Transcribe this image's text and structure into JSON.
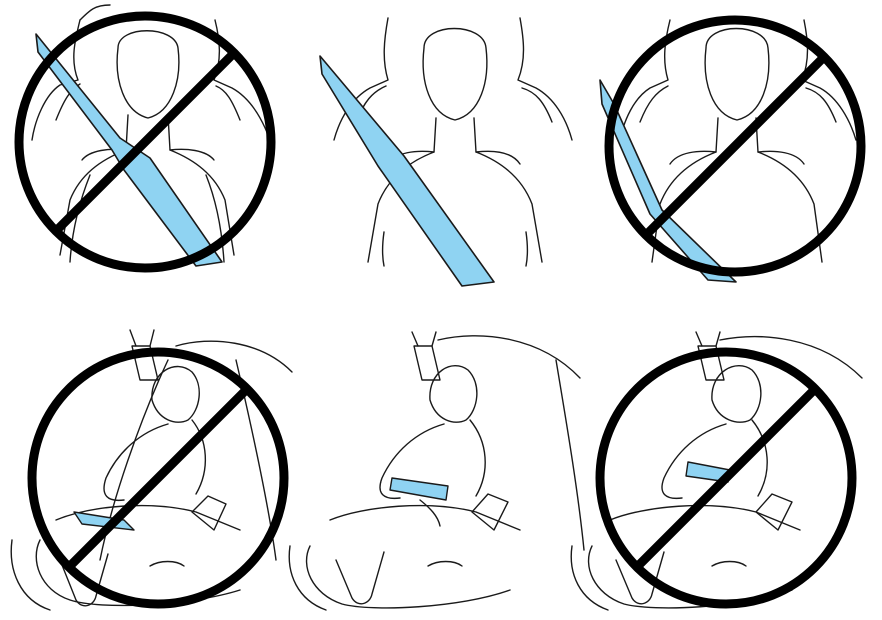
{
  "colors": {
    "belt": "#8fd3f2",
    "outline": "#1a1a1a",
    "prohibition": "#000000",
    "background": "#ffffff"
  },
  "panels": [
    {
      "id": "top-left",
      "view": "shoulder-belt-front",
      "belt_position": "across-neck",
      "prohibited": true
    },
    {
      "id": "top-center",
      "view": "shoulder-belt-front",
      "belt_position": "mid-shoulder",
      "prohibited": false
    },
    {
      "id": "top-right",
      "view": "shoulder-belt-front",
      "belt_position": "off-shoulder",
      "prohibited": true
    },
    {
      "id": "bottom-left",
      "view": "booster-seat-side",
      "belt_position": "lap-belt-on-thighs-too-low",
      "prohibited": true
    },
    {
      "id": "bottom-center",
      "view": "booster-seat-side",
      "belt_position": "lap-belt-across-hips",
      "prohibited": false
    },
    {
      "id": "bottom-right",
      "view": "booster-seat-side",
      "belt_position": "lap-belt-on-abdomen-too-high",
      "prohibited": true
    }
  ],
  "icons": {
    "prohibition": "prohibition-icon"
  }
}
